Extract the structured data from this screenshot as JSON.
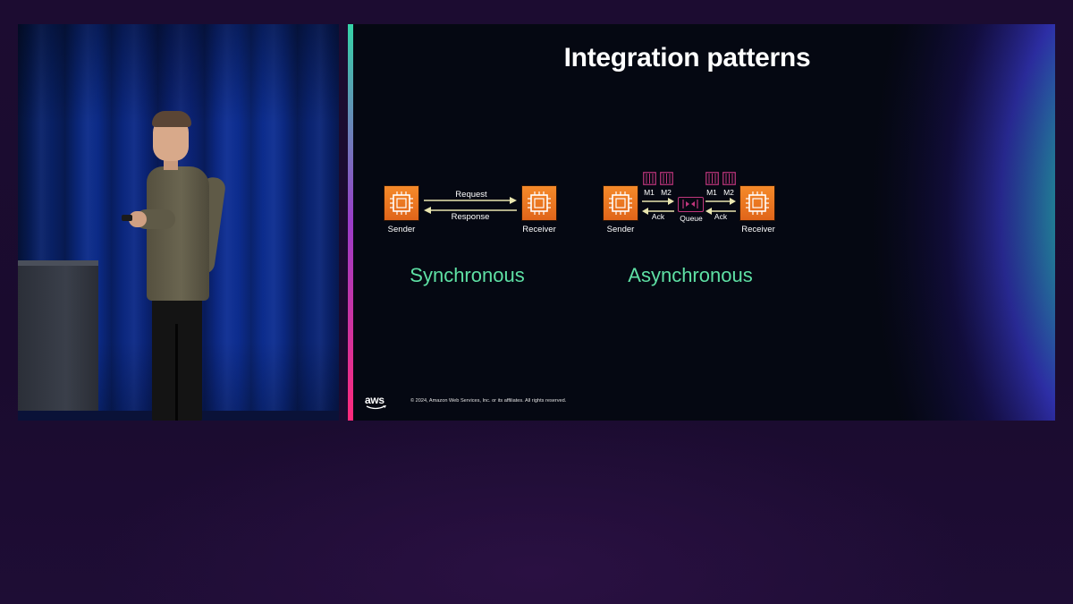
{
  "slide": {
    "title": "Integration patterns",
    "synchronous": {
      "name": "Synchronous",
      "sender_label": "Sender",
      "receiver_label": "Receiver",
      "request_label": "Request",
      "response_label": "Response"
    },
    "asynchronous": {
      "name": "Asynchronous",
      "sender_label": "Sender",
      "receiver_label": "Receiver",
      "queue_label": "Queue",
      "m1_left": "M1",
      "m2_left": "M2",
      "ack_left": "Ack",
      "m1_right": "M1",
      "m2_right": "M2",
      "ack_right": "Ack"
    },
    "logo_text": "aws",
    "copyright": "© 2024, Amazon Web Services, Inc. or its affiliates. All rights reserved."
  },
  "colors": {
    "background": "#1a0b2e",
    "slide_background": "#050812",
    "accent_green": "#5ee0a4",
    "chip_orange": "#f07a23",
    "arrow_yellow": "#e9e6b0",
    "message_pink": "#c0367d",
    "curtain_blue": "#0b2a86"
  },
  "icons": {
    "chip": "compute-chip-icon",
    "message": "message-icon",
    "queue": "queue-icon",
    "logo": "aws-logo-icon"
  }
}
